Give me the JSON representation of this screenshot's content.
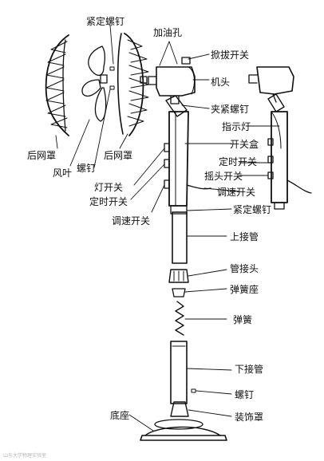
{
  "labels": {
    "set_screw_top": "紧定螺钉",
    "oil_hole": "加油孔",
    "pull_switch": "掀拔开关",
    "motor_head": "机头",
    "clamp_screw": "夹紧螺钉",
    "indicator_light": "指示灯",
    "switch_box": "开关盒",
    "timer_switch_right": "定时开关",
    "oscillation_switch": "摇头开关",
    "speed_switch_right": "调速开关",
    "set_screw_mid": "紧定螺钉",
    "rear_guard_left": "后网罩",
    "fan_blade": "风叶",
    "screw_left": "螺钉",
    "rear_guard_right": "后网罩",
    "light_switch": "灯开关",
    "timer_switch_left": "定时开关",
    "speed_switch_left": "调速开关",
    "upper_tube": "上接管",
    "tube_joint": "管接头",
    "spring_seat": "弹簧座",
    "spring": "弹簧",
    "lower_tube": "下接管",
    "screw_bottom": "螺钉",
    "decor_cover": "装饰罩",
    "base": "底座"
  },
  "watermark": "山东大学物理实验室",
  "colors": {
    "line": "#111111",
    "fill": "#ffffff"
  }
}
